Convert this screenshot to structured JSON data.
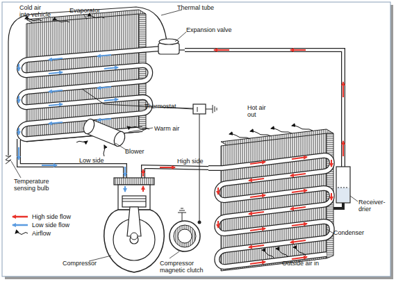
{
  "diagram": {
    "labels": [
      "Cold air into vehicle",
      "Evaporator",
      "Thermal tube",
      "Expansion valve",
      "Thermostat",
      "Warm air",
      "Blower",
      "Hot air out",
      "Low side",
      "High side",
      "Temperature sensing bulb",
      "Receiver-drier",
      "Condenser",
      "Compressor",
      "Compressor magnetic clutch",
      "Outside air in"
    ],
    "legend": [
      {
        "text": "High side flow"
      },
      {
        "text": "Low side flow"
      },
      {
        "text": "Airflow"
      }
    ]
  }
}
